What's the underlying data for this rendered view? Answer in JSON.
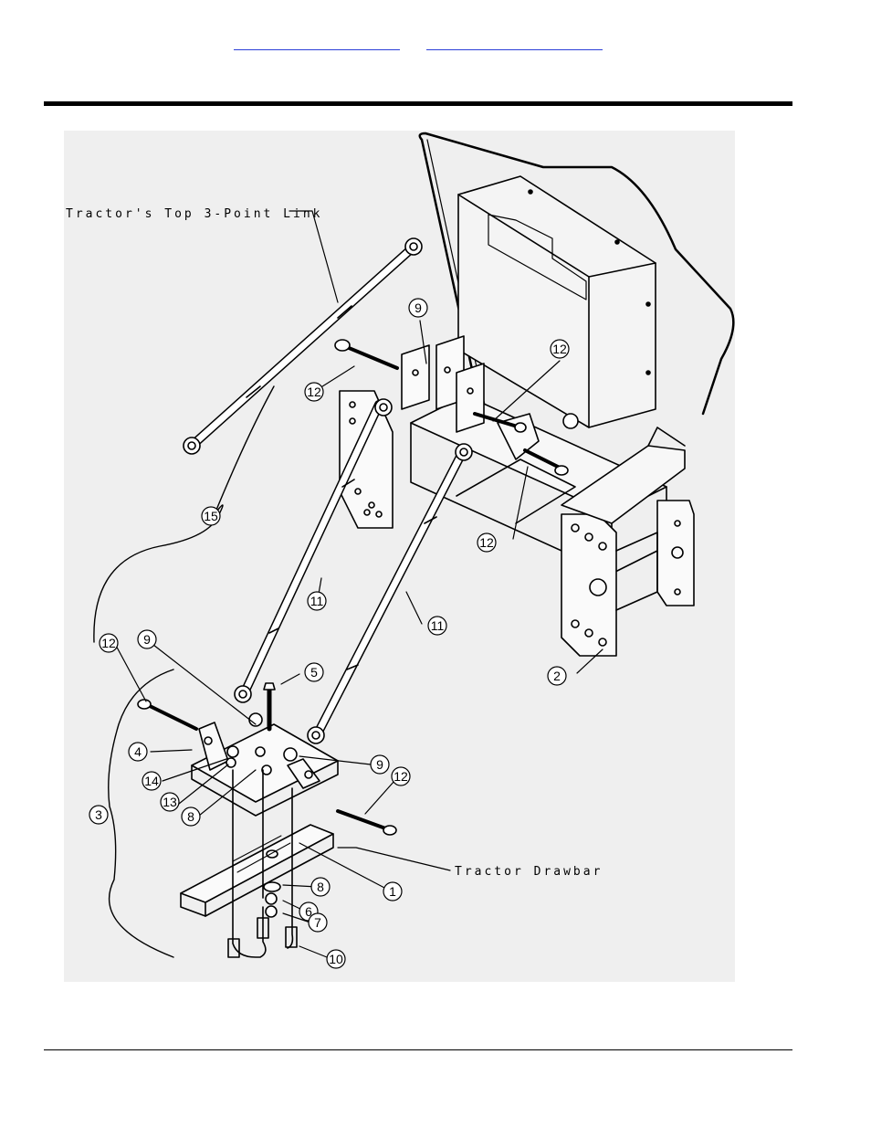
{
  "nav": {
    "link_1_text": "",
    "link_2_text": ""
  },
  "figure": {
    "labels": {
      "top_link": "Tractor's Top 3-Point Link",
      "drawbar": "Tractor Drawbar"
    },
    "callouts": [
      {
        "id": "c9a",
        "num": "9"
      },
      {
        "id": "c12a",
        "num": "12"
      },
      {
        "id": "c12b",
        "num": "12"
      },
      {
        "id": "c15",
        "num": "15"
      },
      {
        "id": "c12c",
        "num": "12"
      },
      {
        "id": "c11a",
        "num": "11"
      },
      {
        "id": "c11b",
        "num": "11"
      },
      {
        "id": "c2",
        "num": "2"
      },
      {
        "id": "c12d",
        "num": "12"
      },
      {
        "id": "c9b",
        "num": "9"
      },
      {
        "id": "c5",
        "num": "5"
      },
      {
        "id": "c4",
        "num": "4"
      },
      {
        "id": "c9c",
        "num": "9"
      },
      {
        "id": "c14",
        "num": "14"
      },
      {
        "id": "c13",
        "num": "13"
      },
      {
        "id": "c8a",
        "num": "8"
      },
      {
        "id": "c3",
        "num": "3"
      },
      {
        "id": "c12e",
        "num": "12"
      },
      {
        "id": "c1",
        "num": "1"
      },
      {
        "id": "c8b",
        "num": "8"
      },
      {
        "id": "c6",
        "num": "6"
      },
      {
        "id": "c7",
        "num": "7"
      },
      {
        "id": "c10",
        "num": "10"
      }
    ]
  }
}
